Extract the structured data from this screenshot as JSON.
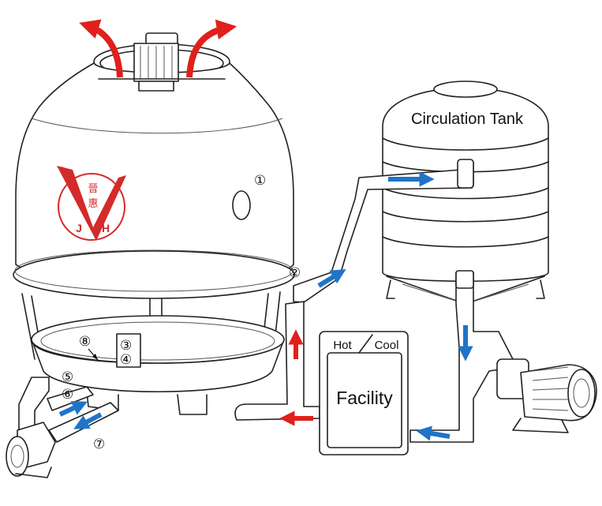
{
  "labels": {
    "circulation_tank": "Circulation Tank",
    "facility": "Facility",
    "hot": "Hot",
    "cool": "Cool"
  },
  "logo": {
    "chars_top": "晉",
    "chars_mid": "惠",
    "letter_left": "J",
    "letter_right": "H"
  },
  "markers": {
    "m1": "①",
    "m2": "②",
    "m3": "③",
    "m4": "④",
    "m5": "⑤",
    "m6": "⑥",
    "m7": "⑦",
    "m8": "⑧"
  },
  "colors": {
    "hot_flow": "#e0201c",
    "cool_flow": "#1f74c8",
    "logo": "#d42a2a",
    "line": "#222222"
  },
  "icons": [
    "hot-air-exhaust-arrow",
    "cool-water-flow-arrow",
    "hot-water-flow-arrow",
    "fan-motor-icon",
    "pump-motor-icon"
  ]
}
